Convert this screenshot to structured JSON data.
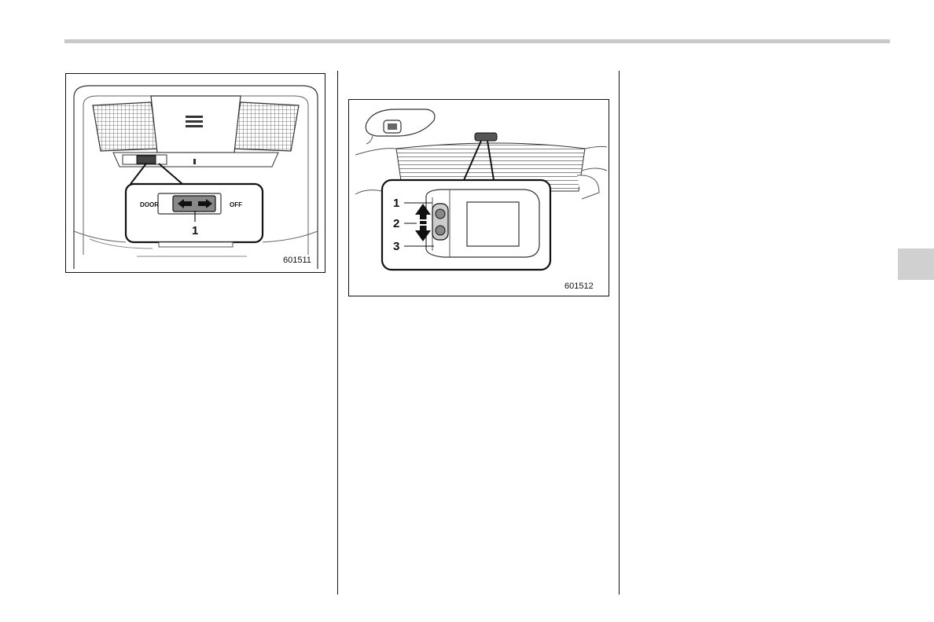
{
  "figure1": {
    "code": "601511",
    "door_label": "DOOR",
    "off_label": "OFF",
    "callout_1": "1"
  },
  "figure2": {
    "code": "601512",
    "callout_1": "1",
    "callout_2": "2",
    "callout_3": "3"
  }
}
